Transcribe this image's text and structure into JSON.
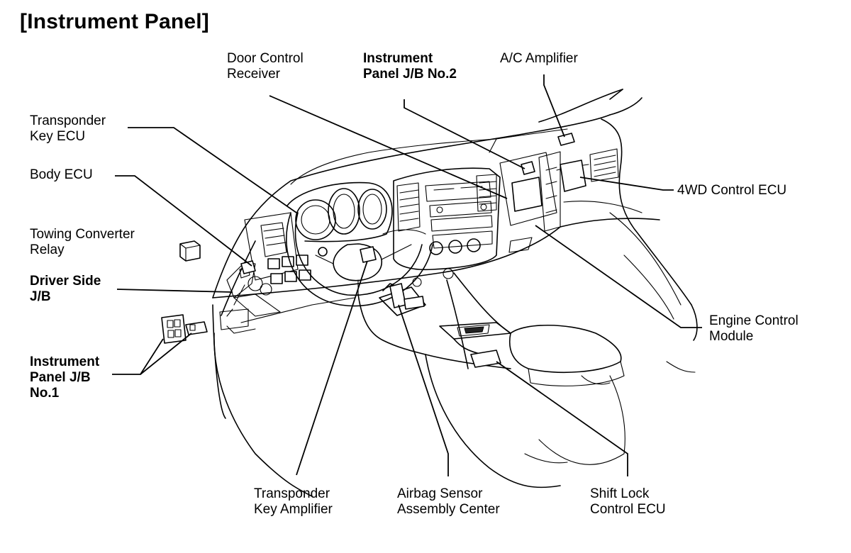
{
  "title": "[Instrument Panel]",
  "labels": {
    "door_control_receiver": [
      "Door Control",
      "Receiver"
    ],
    "instrument_panel_jb_no2": [
      "Instrument",
      "Panel J/B No.2"
    ],
    "ac_amplifier": [
      "A/C Amplifier"
    ],
    "transponder_key_ecu": [
      "Transponder",
      "Key ECU"
    ],
    "body_ecu": [
      "Body ECU"
    ],
    "towing_converter_relay": [
      "Towing Converter",
      "Relay"
    ],
    "driver_side_jb": [
      "Driver Side",
      "J/B"
    ],
    "instrument_panel_jb_no1": [
      "Instrument",
      "Panel J/B",
      "No.1"
    ],
    "wd4_control_ecu": [
      "4WD Control ECU"
    ],
    "engine_control_module": [
      "Engine Control",
      "Module"
    ],
    "transponder_key_amplifier": [
      "Transponder",
      "Key Amplifier"
    ],
    "airbag_sensor_assembly_center": [
      "Airbag Sensor",
      "Assembly Center"
    ],
    "shift_lock_control_ecu": [
      "Shift Lock",
      "Control ECU"
    ]
  }
}
